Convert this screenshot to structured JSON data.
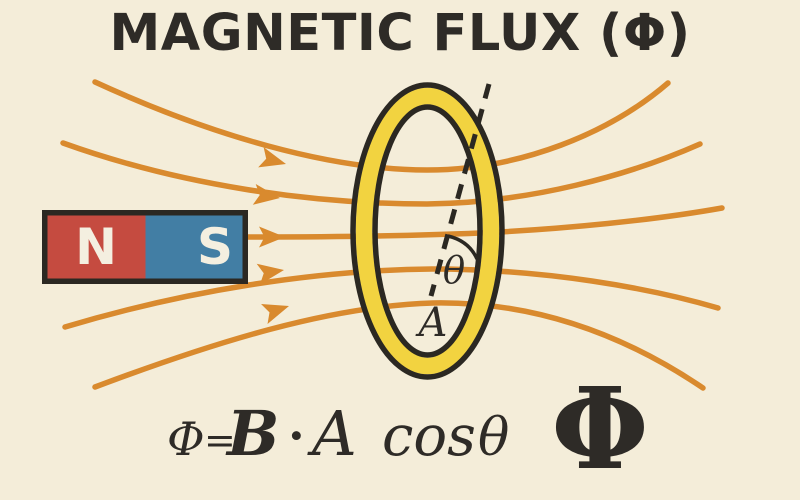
{
  "title": "MAGNETIC FLUX (Φ)",
  "magnet": {
    "north_label": "N",
    "south_label": "S"
  },
  "field": {
    "line_count": 5,
    "arrow_direction": "left-to-right"
  },
  "loop": {
    "area_label": "A",
    "angle_label": "θ"
  },
  "formula": {
    "full": "Φ=B·A cos θ",
    "phi": "Φ",
    "equals": "=",
    "b": "B",
    "dot": "·",
    "a": "A",
    "cos": "cos",
    "theta": "θ"
  },
  "flux_symbol": "Φ",
  "colors": {
    "background": "#f4edd9",
    "field_line": "#d98a2e",
    "ring_fill": "#f2d340",
    "outline": "#2b2822",
    "magnet_north": "#c54b40",
    "magnet_south": "#427ea4",
    "text": "#2e2b27",
    "pole_label": "#f4efe0"
  }
}
